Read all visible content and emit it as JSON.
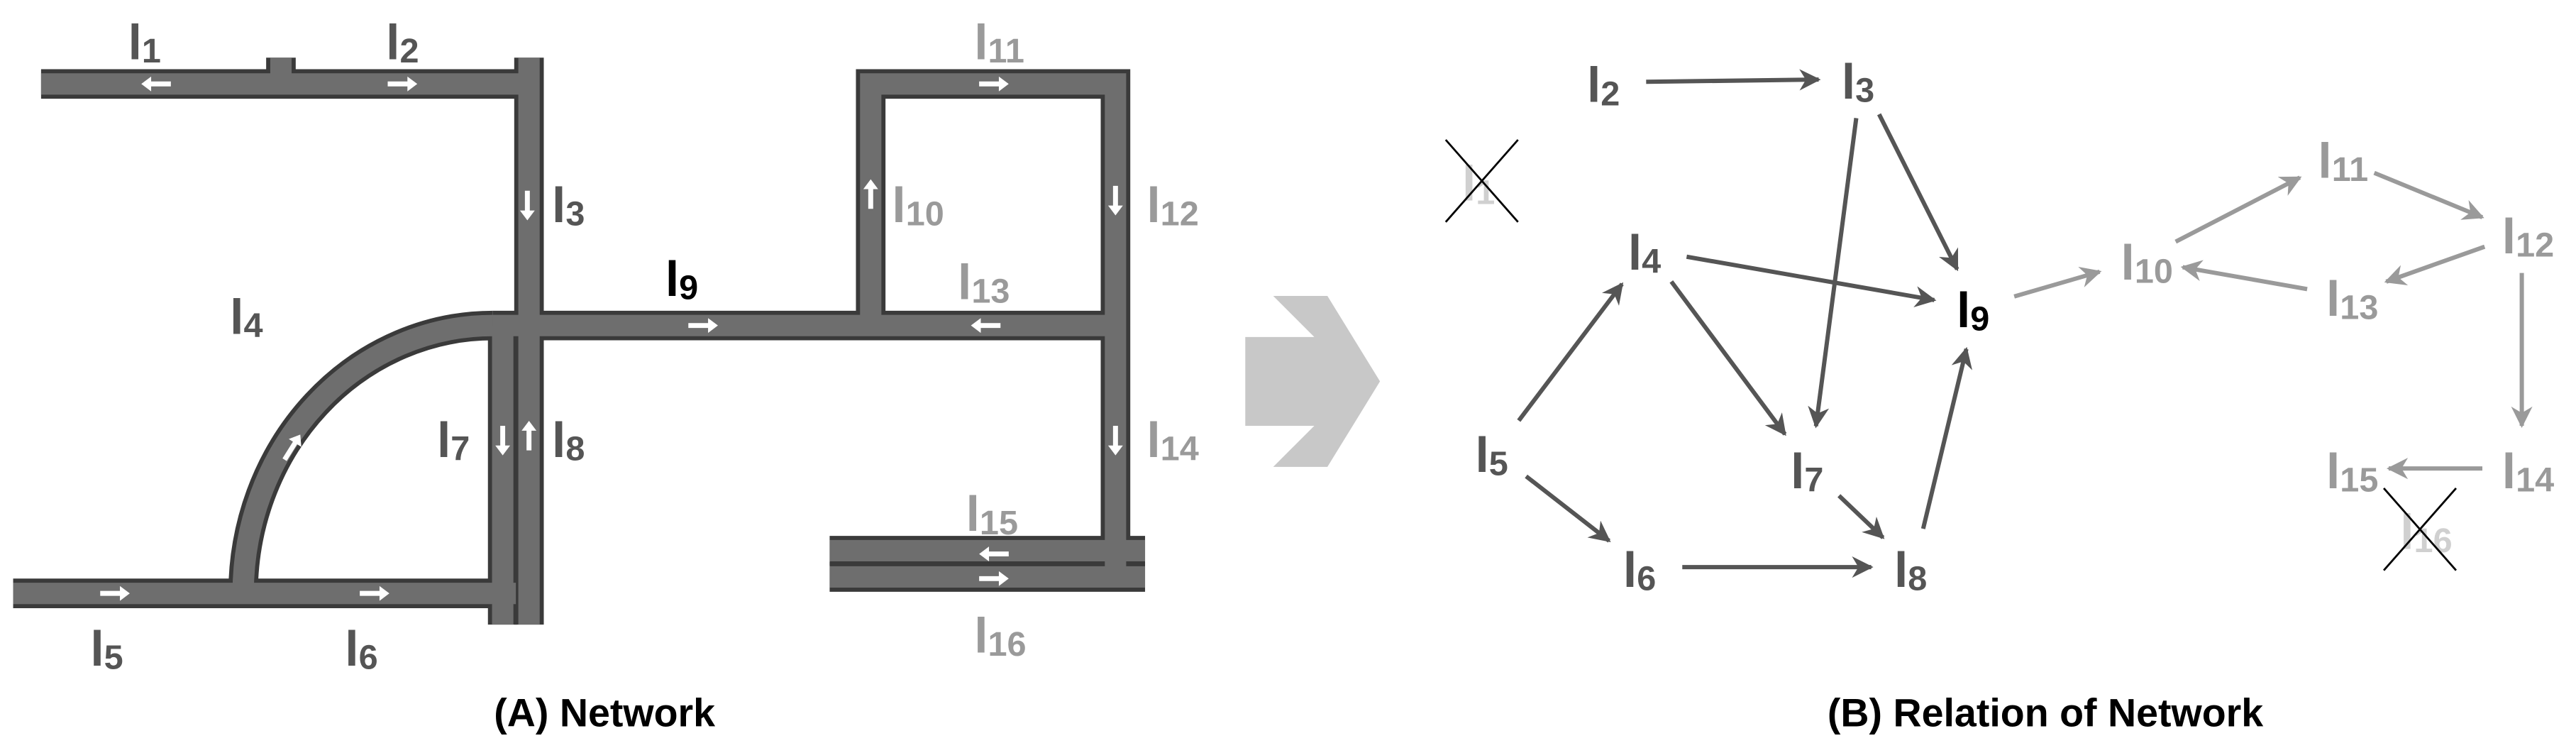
{
  "colors": {
    "road_edge": "#3a3a3a",
    "road_fill": "#6e6e6e",
    "dark_label": "#555555",
    "light_label": "#9a9a9a",
    "highlight_label": "#000000",
    "transition_arrow": "#c8c8c8",
    "lane_arrow": "#ffffff"
  },
  "network": {
    "caption": "(A) Network",
    "labels": [
      {
        "id": "l1",
        "base": "l",
        "sub": "1",
        "tone": "dark"
      },
      {
        "id": "l2",
        "base": "l",
        "sub": "2",
        "tone": "dark"
      },
      {
        "id": "l3",
        "base": "l",
        "sub": "3",
        "tone": "dark"
      },
      {
        "id": "l4",
        "base": "l",
        "sub": "4",
        "tone": "dark"
      },
      {
        "id": "l5",
        "base": "l",
        "sub": "5",
        "tone": "dark"
      },
      {
        "id": "l6",
        "base": "l",
        "sub": "6",
        "tone": "dark"
      },
      {
        "id": "l7",
        "base": "l",
        "sub": "7",
        "tone": "dark"
      },
      {
        "id": "l8",
        "base": "l",
        "sub": "8",
        "tone": "dark"
      },
      {
        "id": "l9",
        "base": "l",
        "sub": "9",
        "tone": "highlight"
      },
      {
        "id": "l10",
        "base": "l",
        "sub": "10",
        "tone": "light"
      },
      {
        "id": "l11",
        "base": "l",
        "sub": "11",
        "tone": "light"
      },
      {
        "id": "l12",
        "base": "l",
        "sub": "12",
        "tone": "light"
      },
      {
        "id": "l13",
        "base": "l",
        "sub": "13",
        "tone": "light"
      },
      {
        "id": "l14",
        "base": "l",
        "sub": "14",
        "tone": "light"
      },
      {
        "id": "l15",
        "base": "l",
        "sub": "15",
        "tone": "light"
      },
      {
        "id": "l16",
        "base": "l",
        "sub": "16",
        "tone": "light"
      }
    ],
    "lane_directions": {
      "l1": "left",
      "l2": "right",
      "l3": "down",
      "l4": "up-right",
      "l5": "right",
      "l6": "right",
      "l7": "down",
      "l8": "up",
      "l9": "right",
      "l10": "up",
      "l11": "right",
      "l12": "down",
      "l13": "left",
      "l14": "down",
      "l15": "left",
      "l16": "right"
    }
  },
  "relation": {
    "caption": "(B) Relation of Network",
    "nodes": [
      {
        "id": "l1",
        "base": "l",
        "sub": "1",
        "tone": "faded",
        "removed": true
      },
      {
        "id": "l2",
        "base": "l",
        "sub": "2",
        "tone": "dark"
      },
      {
        "id": "l3",
        "base": "l",
        "sub": "3",
        "tone": "dark"
      },
      {
        "id": "l4",
        "base": "l",
        "sub": "4",
        "tone": "dark"
      },
      {
        "id": "l5",
        "base": "l",
        "sub": "5",
        "tone": "dark"
      },
      {
        "id": "l6",
        "base": "l",
        "sub": "6",
        "tone": "dark"
      },
      {
        "id": "l7",
        "base": "l",
        "sub": "7",
        "tone": "dark"
      },
      {
        "id": "l8",
        "base": "l",
        "sub": "8",
        "tone": "dark"
      },
      {
        "id": "l9",
        "base": "l",
        "sub": "9",
        "tone": "highlight"
      },
      {
        "id": "l10",
        "base": "l",
        "sub": "10",
        "tone": "light"
      },
      {
        "id": "l11",
        "base": "l",
        "sub": "11",
        "tone": "light"
      },
      {
        "id": "l12",
        "base": "l",
        "sub": "12",
        "tone": "light"
      },
      {
        "id": "l13",
        "base": "l",
        "sub": "13",
        "tone": "light"
      },
      {
        "id": "l14",
        "base": "l",
        "sub": "14",
        "tone": "light"
      },
      {
        "id": "l15",
        "base": "l",
        "sub": "15",
        "tone": "light"
      },
      {
        "id": "l16",
        "base": "l",
        "sub": "16",
        "tone": "faded",
        "removed": true
      }
    ],
    "edges": [
      {
        "from": "l2",
        "to": "l3",
        "tone": "dark"
      },
      {
        "from": "l3",
        "to": "l9",
        "tone": "dark"
      },
      {
        "from": "l3",
        "to": "l7",
        "tone": "dark"
      },
      {
        "from": "l4",
        "to": "l9",
        "tone": "dark"
      },
      {
        "from": "l4",
        "to": "l7",
        "tone": "dark"
      },
      {
        "from": "l5",
        "to": "l4",
        "tone": "dark"
      },
      {
        "from": "l5",
        "to": "l6",
        "tone": "dark"
      },
      {
        "from": "l6",
        "to": "l8",
        "tone": "dark"
      },
      {
        "from": "l7",
        "to": "l8",
        "tone": "dark"
      },
      {
        "from": "l8",
        "to": "l9",
        "tone": "dark"
      },
      {
        "from": "l9",
        "to": "l10",
        "tone": "light"
      },
      {
        "from": "l10",
        "to": "l11",
        "tone": "light"
      },
      {
        "from": "l11",
        "to": "l12",
        "tone": "light"
      },
      {
        "from": "l12",
        "to": "l13",
        "tone": "light"
      },
      {
        "from": "l13",
        "to": "l10",
        "tone": "light"
      },
      {
        "from": "l12",
        "to": "l14",
        "tone": "light"
      },
      {
        "from": "l14",
        "to": "l15",
        "tone": "light"
      }
    ]
  }
}
